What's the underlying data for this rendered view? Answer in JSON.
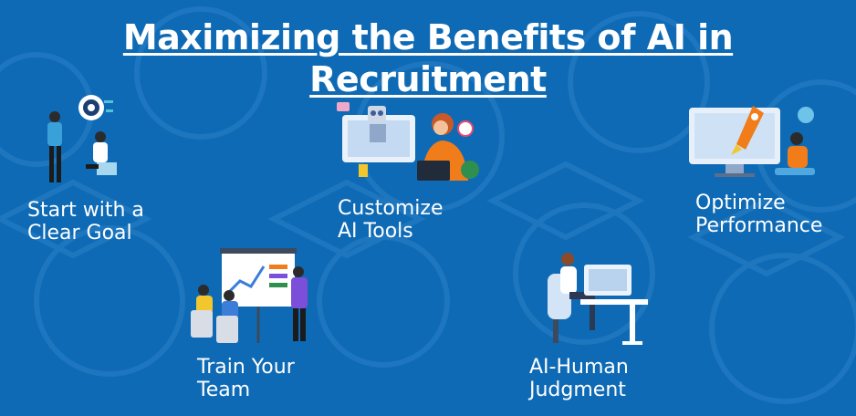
{
  "title": "Maximizing the Benefits of AI in Recruitment",
  "steps": [
    {
      "label": "Start with a\nClear Goal",
      "icon": "target-meeting-illustration"
    },
    {
      "label": "Customize\nAI Tools",
      "icon": "robot-laptop-illustration"
    },
    {
      "label": "Optimize\nPerformance",
      "icon": "rocket-computer-illustration"
    },
    {
      "label": "Train Your\nTeam",
      "icon": "presentation-board-illustration"
    },
    {
      "label": "AI-Human\nJudgment",
      "icon": "person-at-desk-illustration"
    }
  ],
  "colors": {
    "background": "#0e6ab5",
    "text": "#ffffff",
    "accent": "#f07d1a"
  }
}
